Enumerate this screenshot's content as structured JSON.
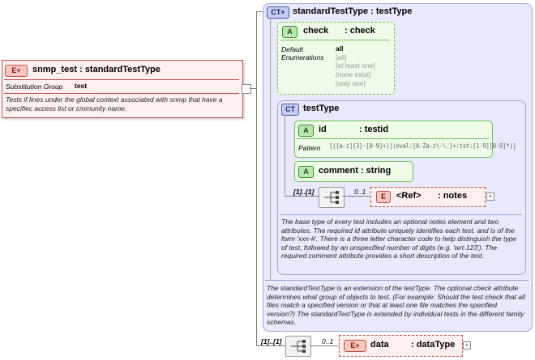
{
  "root_element": {
    "badge": "E",
    "name": "snmp_test",
    "type": ": standardTestType",
    "subst_label": "Substitution Group",
    "subst_value": "test",
    "doc": "Tests if lines under the global context associated with snmp that have a specifiec access list or cmmunity name."
  },
  "complex_type": {
    "badge": "CT",
    "name": "standardTestType : testType",
    "doc": "The standardTestType is an extension of the testType.  The optional check attribute determines what group of objects to test.  (For example: Should the test check that all files match a specified version or that at least one file matches the specified version?)  The standardTestType is extended by individual tests in the different family schemas."
  },
  "check_attr": {
    "badge": "A",
    "name": "check",
    "type": ": check",
    "default_label": "Default",
    "enum_label": "Enumerations",
    "default_value": "all",
    "enumerations": [
      "[all]",
      "[at least one]",
      "[none exist]",
      "[only one]"
    ]
  },
  "test_type": {
    "badge": "CT",
    "name": "testType",
    "doc": "The base type of every test includes an optional notes element and two attributes.  The required id attribute uniquely identifies each test, and is of the form 'xxx-#'.  There is a three letter character code to help distinguish the type of test, followed by an unspecified number of digits (e.g. 'wrt-123').  The required comment attribute provides a short description of the test."
  },
  "id_attr": {
    "badge": "A",
    "name": "id",
    "type": ": testid",
    "pattern_label": "Pattern",
    "pattern_value": "[([a-z]{3}-[0-9]+)|(oval:[A-Za-z\\-\\.]+:tst:[1-9][0-9]*)]"
  },
  "comment_attr": {
    "badge": "A",
    "name": "comment : string"
  },
  "notes_seq": {
    "occurs": "[1]..[1]",
    "ref_occurs": "0..1",
    "badge": "E",
    "ref_label": "<Ref>",
    "ref_name": ": notes"
  },
  "data_seq": {
    "occurs": "[1]..[1]",
    "ref_occurs": "0..1",
    "badge": "E",
    "name": "data",
    "type": ": dataType"
  },
  "colors": {
    "element_fill": "#fdf0ee",
    "element_border": "#c0504d",
    "complex_fill": "#e8e9fb",
    "complex_border": "#9ea4d6",
    "attr_fill": "#eefbe9",
    "attr_border": "#6fbf5a"
  },
  "icons": [
    "expand-plus-icon",
    "sequence-compositor-icon",
    "connector-line"
  ]
}
